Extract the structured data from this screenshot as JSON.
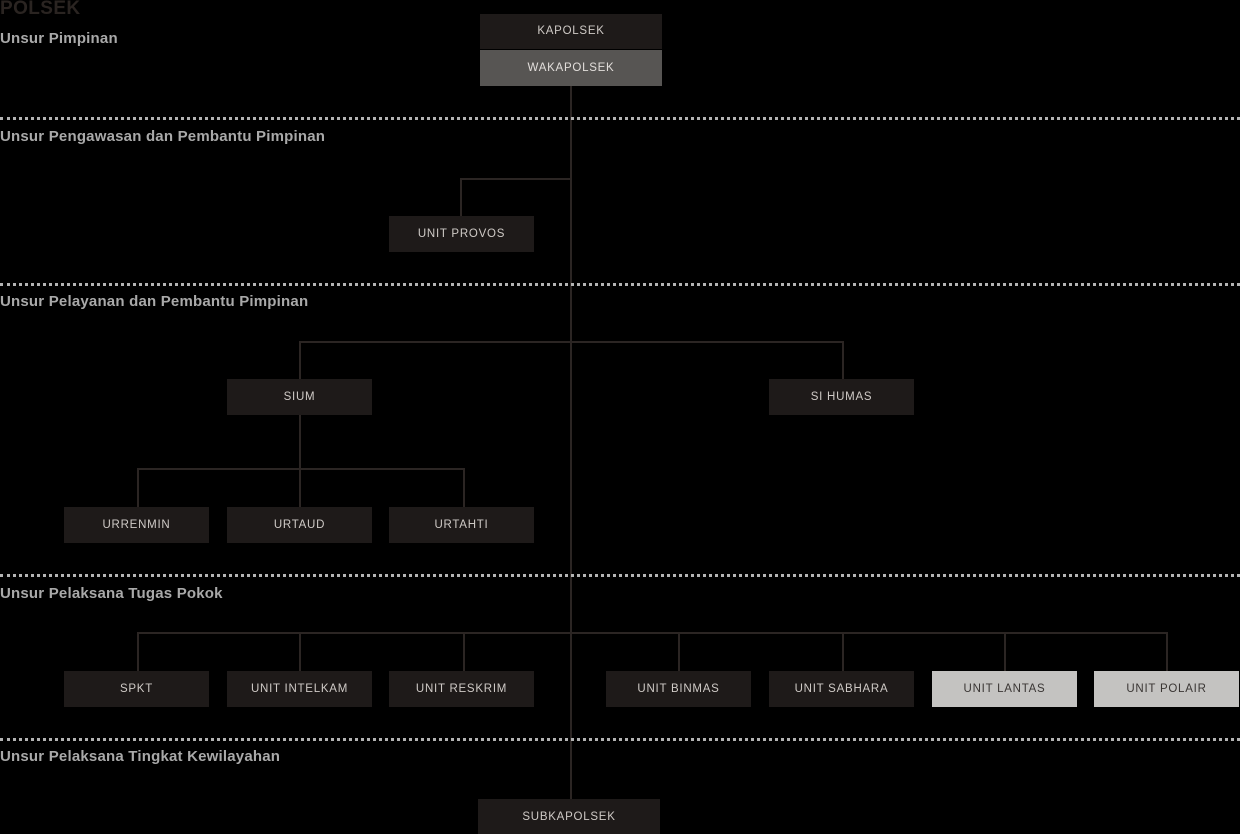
{
  "title": "POLSEK",
  "colors": {
    "background": "#000000",
    "node_dark": "#1e1a19",
    "node_gray": "#575553",
    "node_light": "#c4c3c1",
    "connector": "#2b2523",
    "divider": "#b3b3b3",
    "section_label": "#a9a9a9",
    "text_on_dark": "#cfcac6",
    "text_on_light": "#3a3634"
  },
  "sections": [
    {
      "label": "Unsur Pimpinan"
    },
    {
      "label": "Unsur Pengawasan dan Pembantu Pimpinan"
    },
    {
      "label": "Unsur Pelayanan dan Pembantu Pimpinan"
    },
    {
      "label": "Unsur Pelaksana Tugas Pokok"
    },
    {
      "label": "Unsur Pelaksana Tingkat Kewilayahan"
    }
  ],
  "nodes": {
    "kapolsek": "KAPOLSEK",
    "wakapolsek": "WAKAPOLSEK",
    "unit_provos": "UNIT PROVOS",
    "sium": "SIUM",
    "si_humas": "SI HUMAS",
    "urrenmin": "URRENMIN",
    "urtaud": "URTAUD",
    "urtahti": "URTAHTI",
    "spkt": "SPKT",
    "unit_intelkam": "UNIT INTELKAM",
    "unit_reskrim": "UNIT RESKRIM",
    "unit_binmas": "UNIT BINMAS",
    "unit_sabhara": "UNIT SABHARA",
    "unit_lantas": "UNIT LANTAS",
    "unit_polair": "UNIT POLAIR",
    "subkapolsek": "SUBKAPOLSEK"
  }
}
